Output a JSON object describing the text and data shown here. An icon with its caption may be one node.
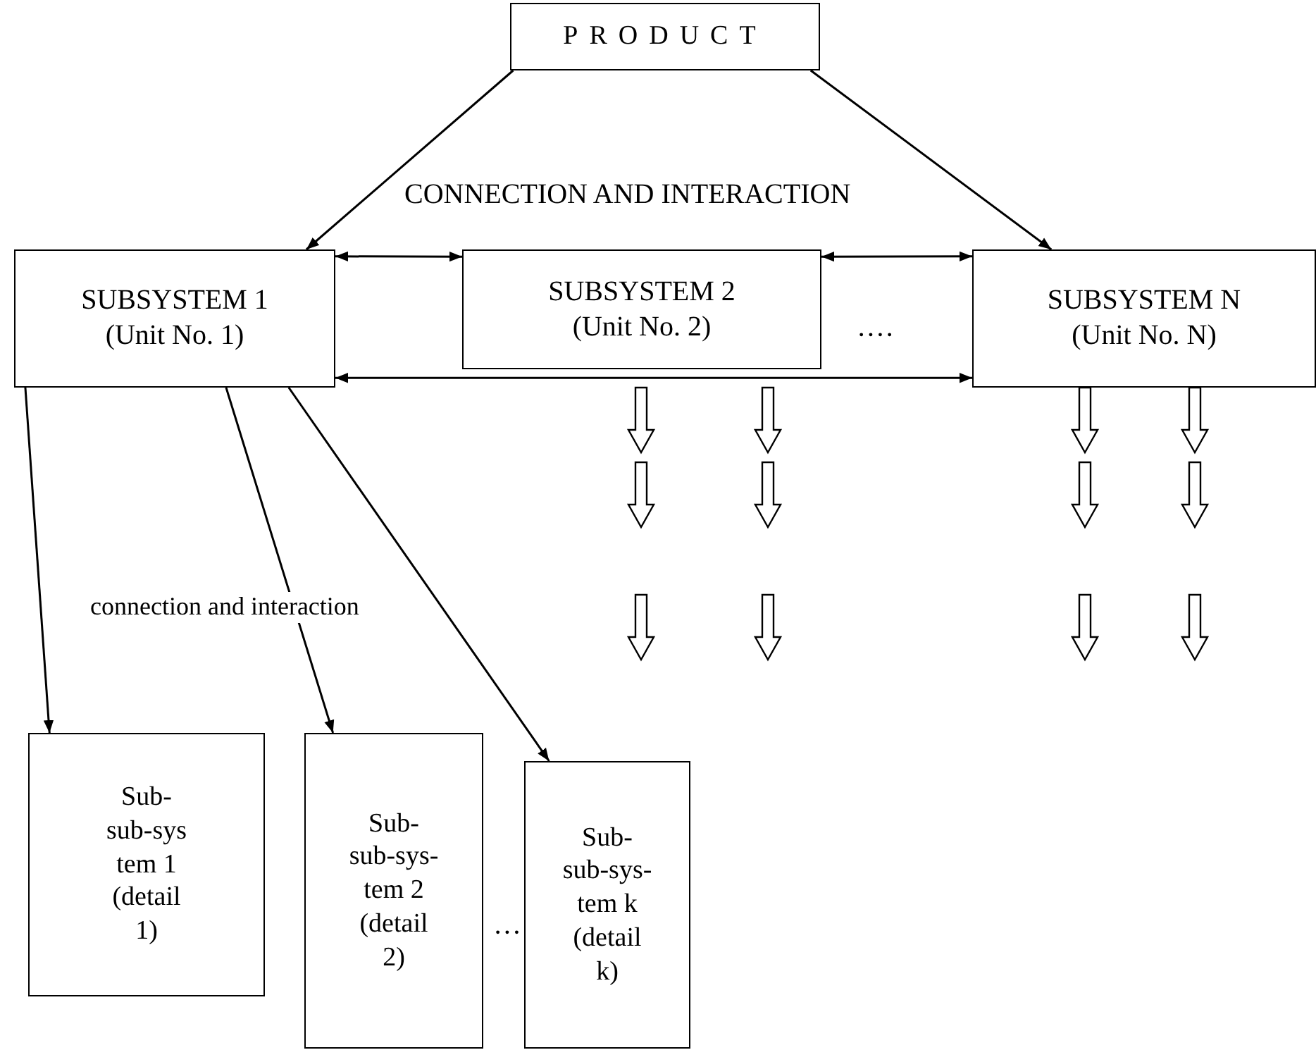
{
  "diagram": {
    "nodes": [
      {
        "text": [
          "PRODUCT"
        ]
      },
      {
        "text": [
          "SUBSYSTEM 1",
          "(Unit No. 1)"
        ]
      },
      {
        "text": [
          "SUBSYSTEM 2",
          "(Unit No. 2)"
        ]
      },
      {
        "text": [
          "SUBSYSTEM N",
          "(Unit No. N)"
        ]
      },
      {
        "text": [
          "Sub- sub-sys tem 1 (detail 1)"
        ]
      },
      {
        "text": [
          "Sub- sub-sys- tem 2 (detail 2)"
        ]
      },
      {
        "text": [
          "Sub- sub-sys- tem k (detail k)"
        ]
      }
    ],
    "edges": [
      {
        "from": 0,
        "to": 1,
        "arrow": "to"
      },
      {
        "from": 0,
        "to": 3,
        "arrow": "to"
      },
      {
        "from": 1,
        "to": 2,
        "arrow": "both"
      },
      {
        "from": 2,
        "to": 3,
        "arrow": "both"
      },
      {
        "from": 1,
        "to": 3,
        "arrow": "both"
      },
      {
        "from": 1,
        "to": 4,
        "arrow": "to"
      },
      {
        "from": 1,
        "to": 5,
        "arrow": "to"
      },
      {
        "from": 1,
        "to": 6,
        "arrow": "to"
      }
    ],
    "labels": [
      "CONNECTION AND INTERACTION",
      "····",
      "connection and interaction",
      "···"
    ]
  }
}
